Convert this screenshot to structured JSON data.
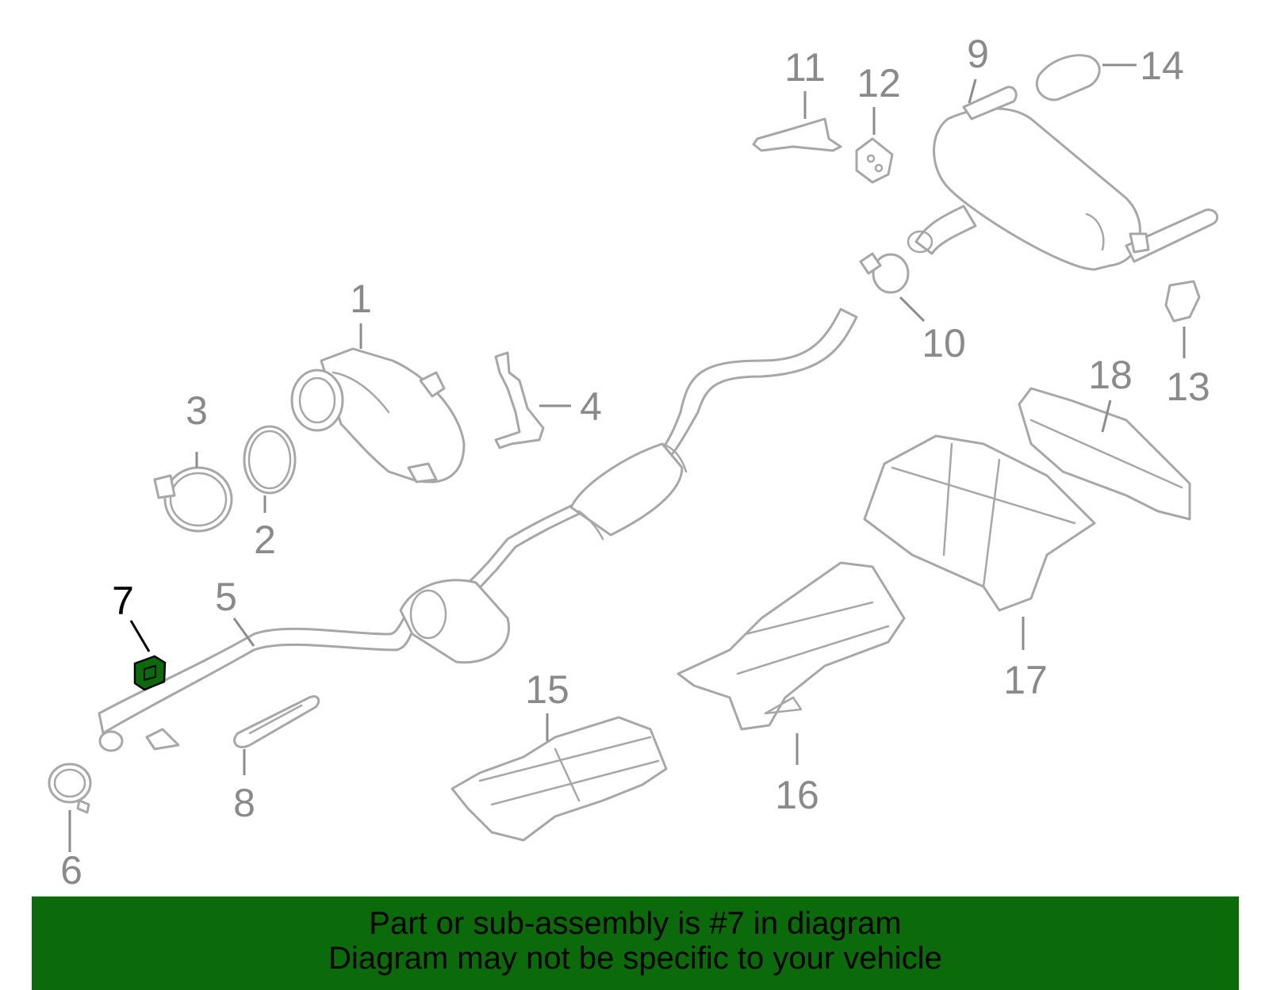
{
  "callouts": {
    "c1": "1",
    "c2": "2",
    "c3": "3",
    "c4": "4",
    "c5": "5",
    "c6": "6",
    "c7": "7",
    "c8": "8",
    "c9": "9",
    "c10": "10",
    "c11": "11",
    "c12": "12",
    "c13": "13",
    "c14": "14",
    "c15": "15",
    "c16": "16",
    "c17": "17",
    "c18": "18"
  },
  "highlight": {
    "part_number": "7",
    "fill_color": "#0b6b0b"
  },
  "banner": {
    "line1": "Part or sub-assembly is #7 in diagram",
    "line2": "Diagram may not be specific to your vehicle",
    "background_color": "#0b6b0b"
  },
  "colors": {
    "part_outline": "#a7a7a7",
    "callout_text": "#8a8a8a",
    "active_callout": "#000000"
  }
}
